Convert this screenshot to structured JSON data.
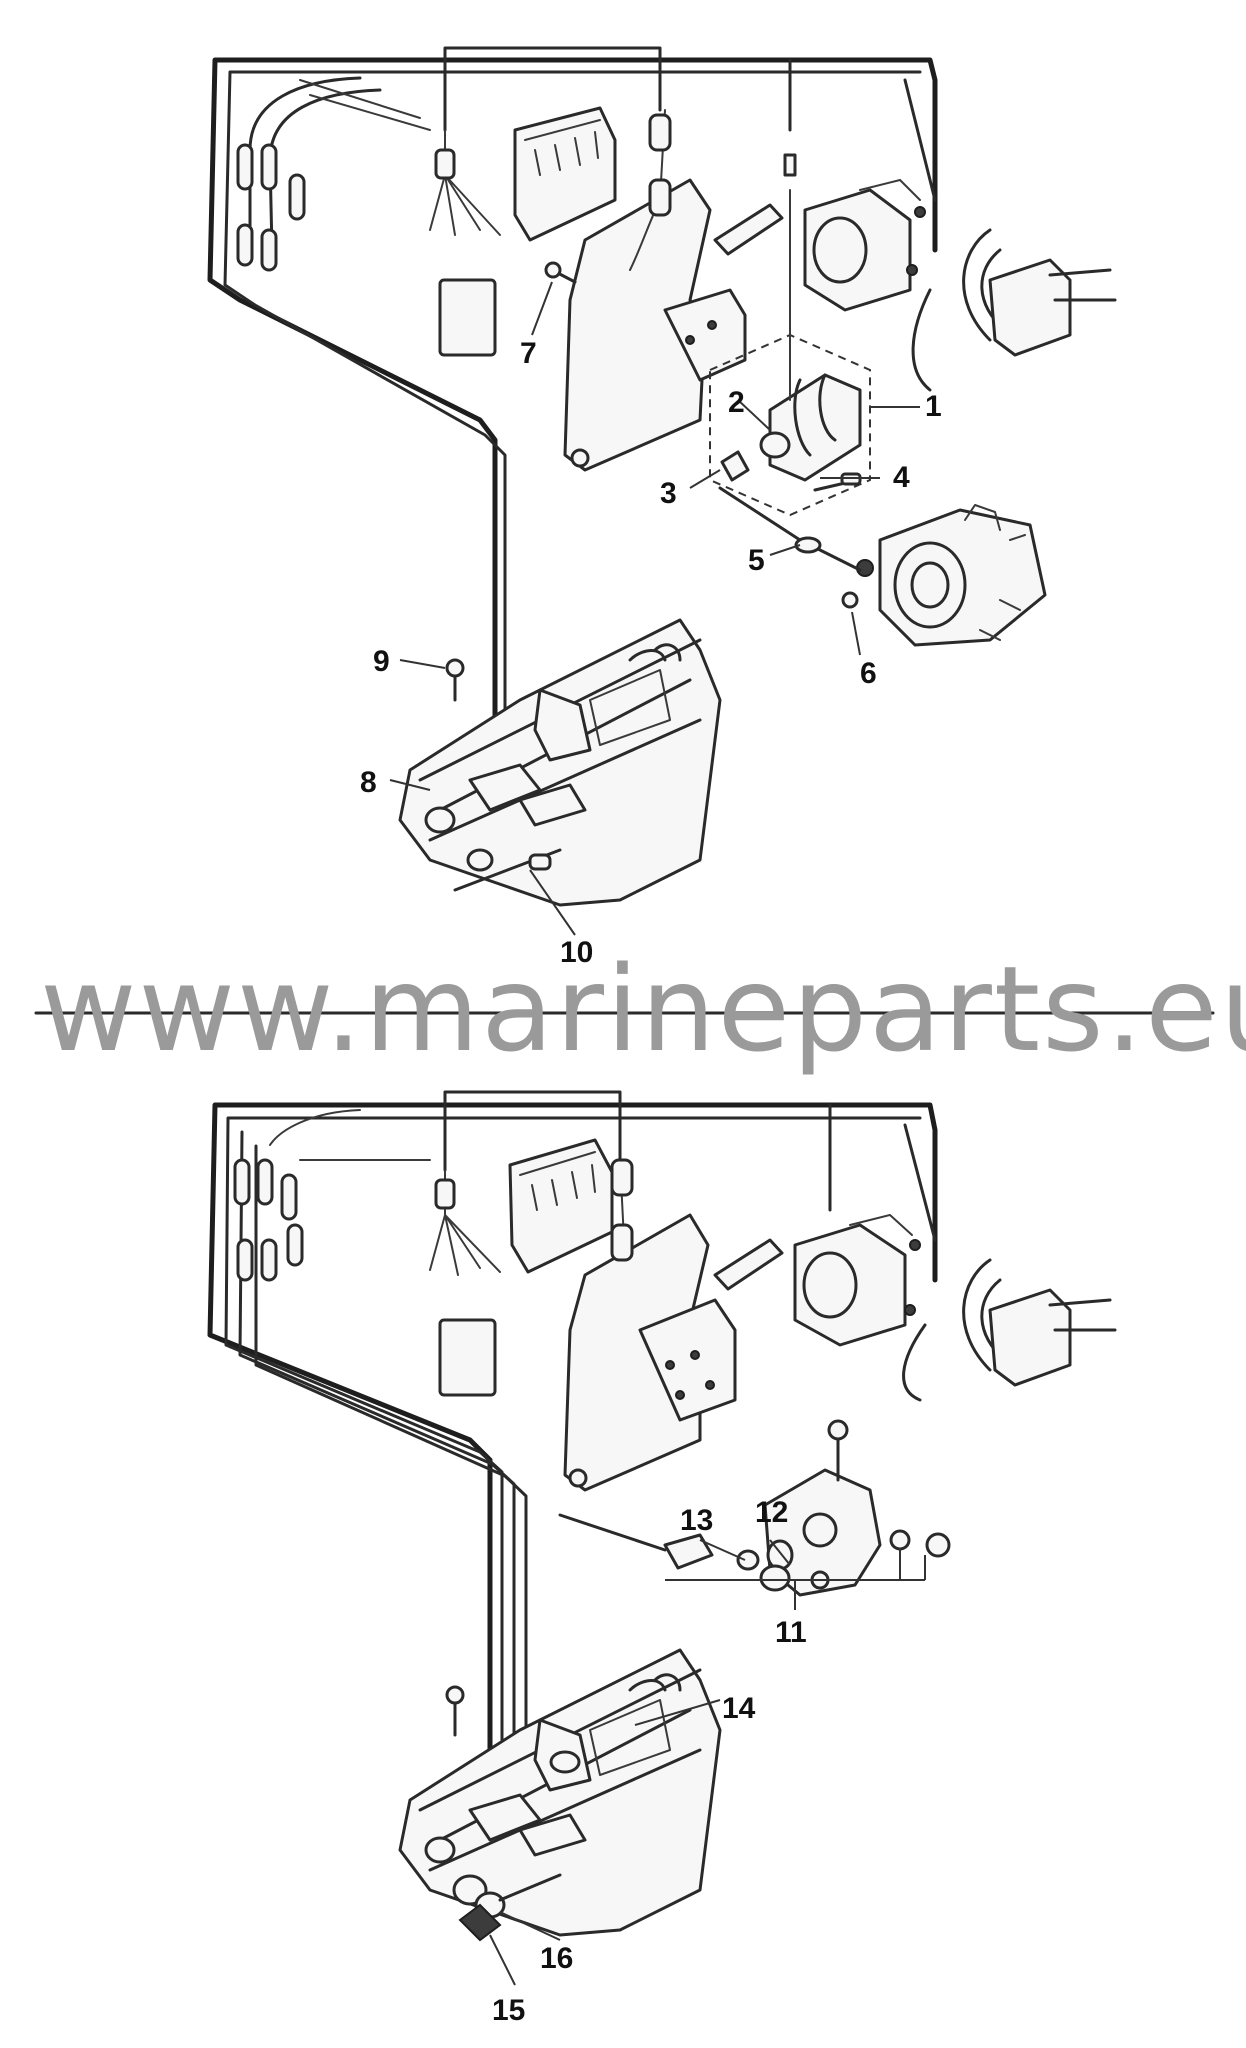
{
  "watermark": {
    "text": "www.marineparts.eu"
  },
  "callouts": [
    {
      "id": "c1",
      "label": "1"
    },
    {
      "id": "c2",
      "label": "2"
    },
    {
      "id": "c3",
      "label": "3"
    },
    {
      "id": "c4",
      "label": "4"
    },
    {
      "id": "c5",
      "label": "5"
    },
    {
      "id": "c6",
      "label": "6"
    },
    {
      "id": "c7",
      "label": "7"
    },
    {
      "id": "c8",
      "label": "8"
    },
    {
      "id": "c9",
      "label": "9"
    },
    {
      "id": "c10",
      "label": "10"
    },
    {
      "id": "c11",
      "label": "11"
    },
    {
      "id": "c12",
      "label": "12"
    },
    {
      "id": "c13",
      "label": "13"
    },
    {
      "id": "c14",
      "label": "14"
    },
    {
      "id": "c15",
      "label": "15"
    },
    {
      "id": "c16",
      "label": "16"
    }
  ],
  "colors": {
    "line": "#2a2a2a",
    "watermark": "#9a9a9a",
    "background": "#ffffff"
  }
}
